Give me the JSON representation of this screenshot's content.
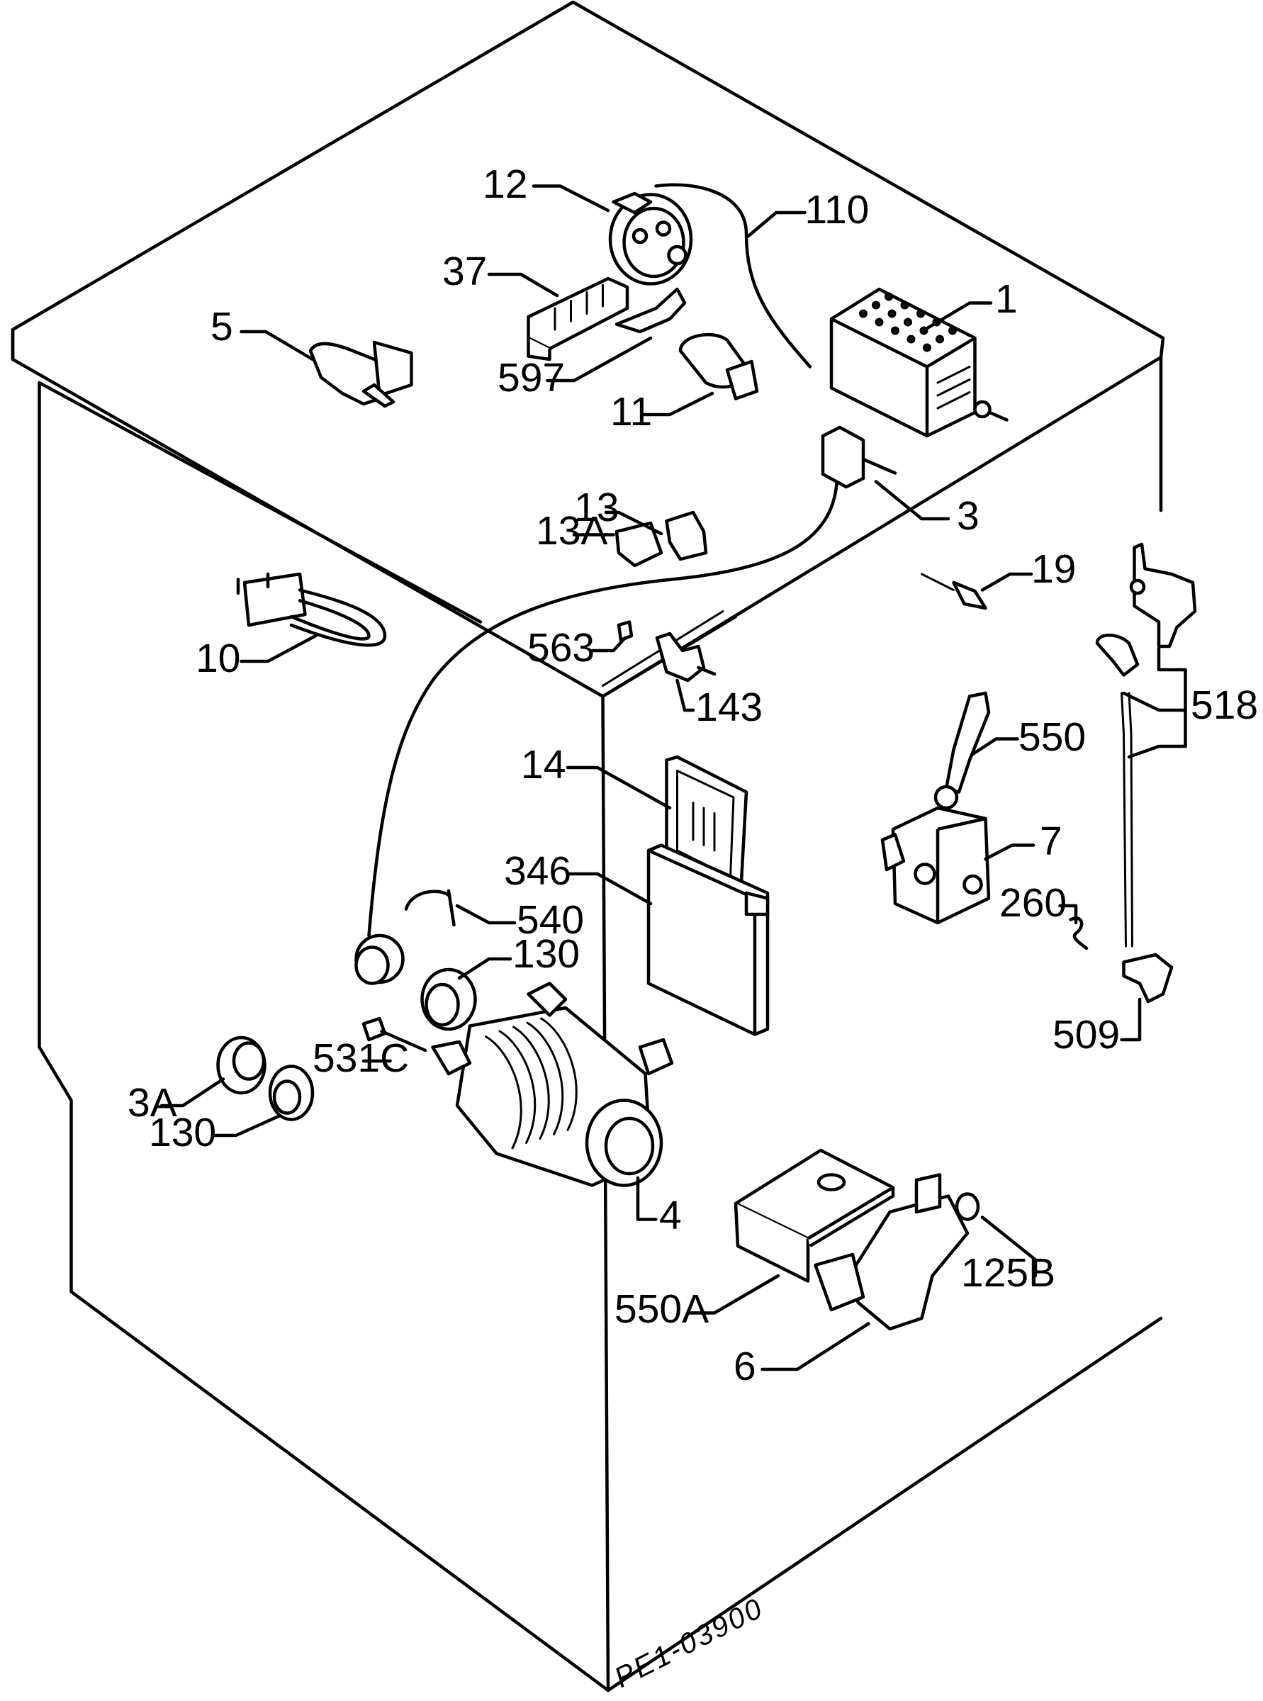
{
  "labels": {
    "p1": "1",
    "p3": "3",
    "p3a": "3A",
    "p4": "4",
    "p5": "5",
    "p6": "6",
    "p7": "7",
    "p10": "10",
    "p11": "11",
    "p12": "12",
    "p13": "13",
    "p13a": "13A",
    "p14": "14",
    "p19": "19",
    "p37": "37",
    "p110": "110",
    "p125b": "125B",
    "p130a": "130",
    "p130b": "130",
    "p143": "143",
    "p260": "260",
    "p346": "346",
    "p509": "509",
    "p518": "518",
    "p531c": "531C",
    "p540": "540",
    "p550": "550",
    "p550a": "550A",
    "p563": "563",
    "p597": "597"
  },
  "drawing_code": "PE1-03900"
}
